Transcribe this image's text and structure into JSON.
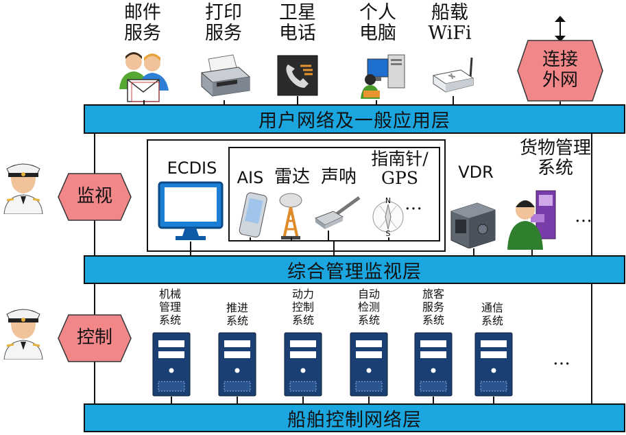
{
  "layers": {
    "user": "用户网络及一般应用层",
    "integrated": "综合管理监视层",
    "control": "船舶控制网络层"
  },
  "top_items": [
    {
      "label": "邮件\n服务",
      "icon": "mail-users-icon"
    },
    {
      "label": "打印\n服务",
      "icon": "printer-icon"
    },
    {
      "label": "卫星\n电话",
      "icon": "satellite-phone-icon"
    },
    {
      "label": "个人\n电脑",
      "icon": "personal-computer-icon"
    },
    {
      "label": "船载\nWiFi",
      "icon": "wifi-router-icon"
    }
  ],
  "external": {
    "label": "连接\n外网",
    "arrow_icon": "up-down-arrow-icon"
  },
  "monitor_tag": "监视",
  "control_tag": "控制",
  "monitor_items": [
    {
      "label": "ECDIS",
      "icon": "monitor-icon"
    },
    {
      "label": "AIS",
      "icon": "handheld-device-icon"
    },
    {
      "label": "雷达",
      "icon": "radar-tower-icon"
    },
    {
      "label": "声呐",
      "icon": "sonar-probe-icon"
    },
    {
      "label": "指南针/\nGPS",
      "icon": "compass-icon"
    },
    {
      "label": "VDR",
      "icon": "safe-box-icon"
    },
    {
      "label": "货物管理\n系统",
      "icon": "cargo-terminal-icon"
    }
  ],
  "ellipsis": "…",
  "control_items": [
    {
      "label": "机械\n管理\n系统"
    },
    {
      "label": "推进\n系统"
    },
    {
      "label": "动力\n控制\n系统"
    },
    {
      "label": "自动\n检测\n系统"
    },
    {
      "label": "旅客\n服务\n系统"
    },
    {
      "label": "通信\n系统"
    }
  ],
  "compass_letters": {
    "n": "N",
    "s": "S"
  },
  "colors": {
    "bar": "#1ca6df",
    "hexagon": "#f2878a",
    "server": "#1a3f73"
  }
}
